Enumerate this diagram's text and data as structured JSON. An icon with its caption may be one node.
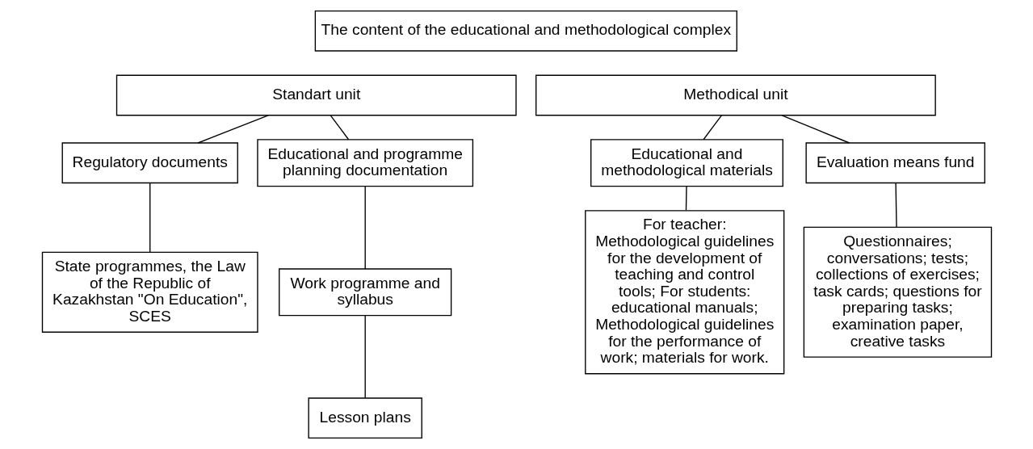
{
  "diagram": {
    "nodes": [
      {
        "text": [
          "The content of the educational and methodological complex"
        ]
      },
      {
        "text": [
          "Standart unit"
        ]
      },
      {
        "text": [
          "Methodical unit"
        ]
      },
      {
        "text": [
          "Regulatory documents"
        ]
      },
      {
        "text": [
          "Educational and programme planning documentation"
        ]
      },
      {
        "text": [
          "Educational and methodological materials"
        ]
      },
      {
        "text": [
          "Evaluation means fund"
        ]
      },
      {
        "text": [
          "State programmes, the Law of the Republic of Kazakhstan \"On Education\", SCES"
        ]
      },
      {
        "text": [
          "Work programme and syllabus"
        ]
      },
      {
        "text": [
          "Lesson plans"
        ]
      },
      {
        "text": [
          "For teacher: Methodological guidelines for the development of teaching and control tools; For students: educational manuals; Methodological guidelines for the performance of work; materials for work."
        ]
      },
      {
        "text": [
          "Questionnaires; conversations; tests; collections of exercises; task cards; questions for preparing tasks; examination paper, creative tasks"
        ]
      }
    ],
    "edges": [
      {
        "from": 1,
        "to": 3,
        "arrow": "none"
      },
      {
        "from": 1,
        "to": 4,
        "arrow": "none"
      },
      {
        "from": 2,
        "to": 5,
        "arrow": "none"
      },
      {
        "from": 2,
        "to": 6,
        "arrow": "none"
      },
      {
        "from": 3,
        "to": 7,
        "arrow": "none"
      },
      {
        "from": 4,
        "to": 8,
        "arrow": "none"
      },
      {
        "from": 8,
        "to": 9,
        "arrow": "none"
      },
      {
        "from": 5,
        "to": 10,
        "arrow": "none"
      },
      {
        "from": 6,
        "to": 11,
        "arrow": "none"
      }
    ]
  }
}
